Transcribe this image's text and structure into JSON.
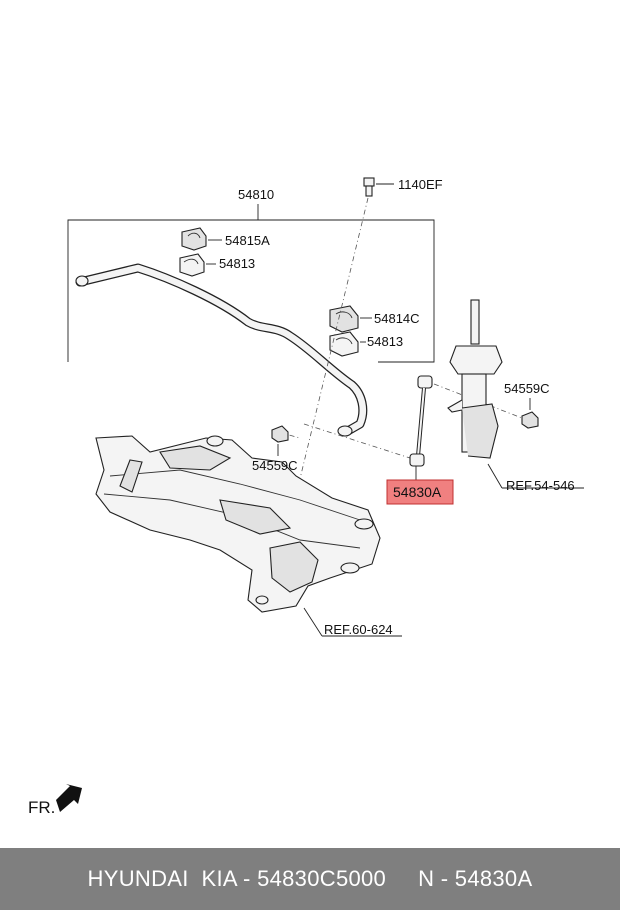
{
  "labels": {
    "bolt": "1140EF",
    "assembly": "54810",
    "bushing_a": "54815A",
    "bracket_left": "54813",
    "bushing_c": "54814C",
    "bracket_right": "54813",
    "nut_right": "54559C",
    "nut_left": "54559C",
    "link": "54830A",
    "ref_strut": "REF.54-546",
    "ref_subframe": "REF.60-624",
    "front": "FR."
  },
  "colors": {
    "highlight_fill": "#f08080",
    "highlight_border": "#c03030",
    "footer_bg": "#7f7f7f",
    "footer_text": "#ffffff"
  },
  "footer": {
    "text": "HYUNDAI  KIA - 54830C5000     N - 54830A"
  }
}
